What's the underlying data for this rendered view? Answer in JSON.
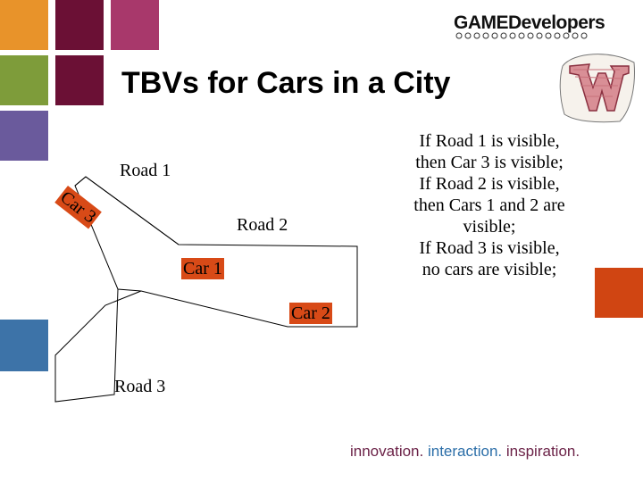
{
  "slide": {
    "title": "TBVs for Cars in a City"
  },
  "logo": {
    "text": "GAMEDevelopers"
  },
  "diagram": {
    "road_1": "Road 1",
    "road_2": "Road 2",
    "road_3": "Road 3",
    "car_1": "Car 1",
    "car_2": "Car 2",
    "car_3": "Car 3",
    "car_color": "#d84a17"
  },
  "info": {
    "lines": [
      "If Road 1 is visible,",
      "then Car 3 is visible;",
      "If Road 2 is visible,",
      "then Cars 1 and 2 are",
      "visible;",
      "If Road 3 is visible,",
      "no cars are visible;"
    ]
  },
  "tagline": {
    "part1": "innovation.",
    "part2": "interaction.",
    "part3": "inspiration.",
    "color1": "#6b2247",
    "color2": "#2b6ea8",
    "color3": "#6b2247"
  },
  "colors": {
    "maroon": "#6b1035",
    "orange": "#e8932a",
    "magenta": "#a8386b",
    "green": "#7e9c3a",
    "purple": "#6a5a9c",
    "blue": "#3d73a8",
    "red_orange": "#d04512"
  }
}
